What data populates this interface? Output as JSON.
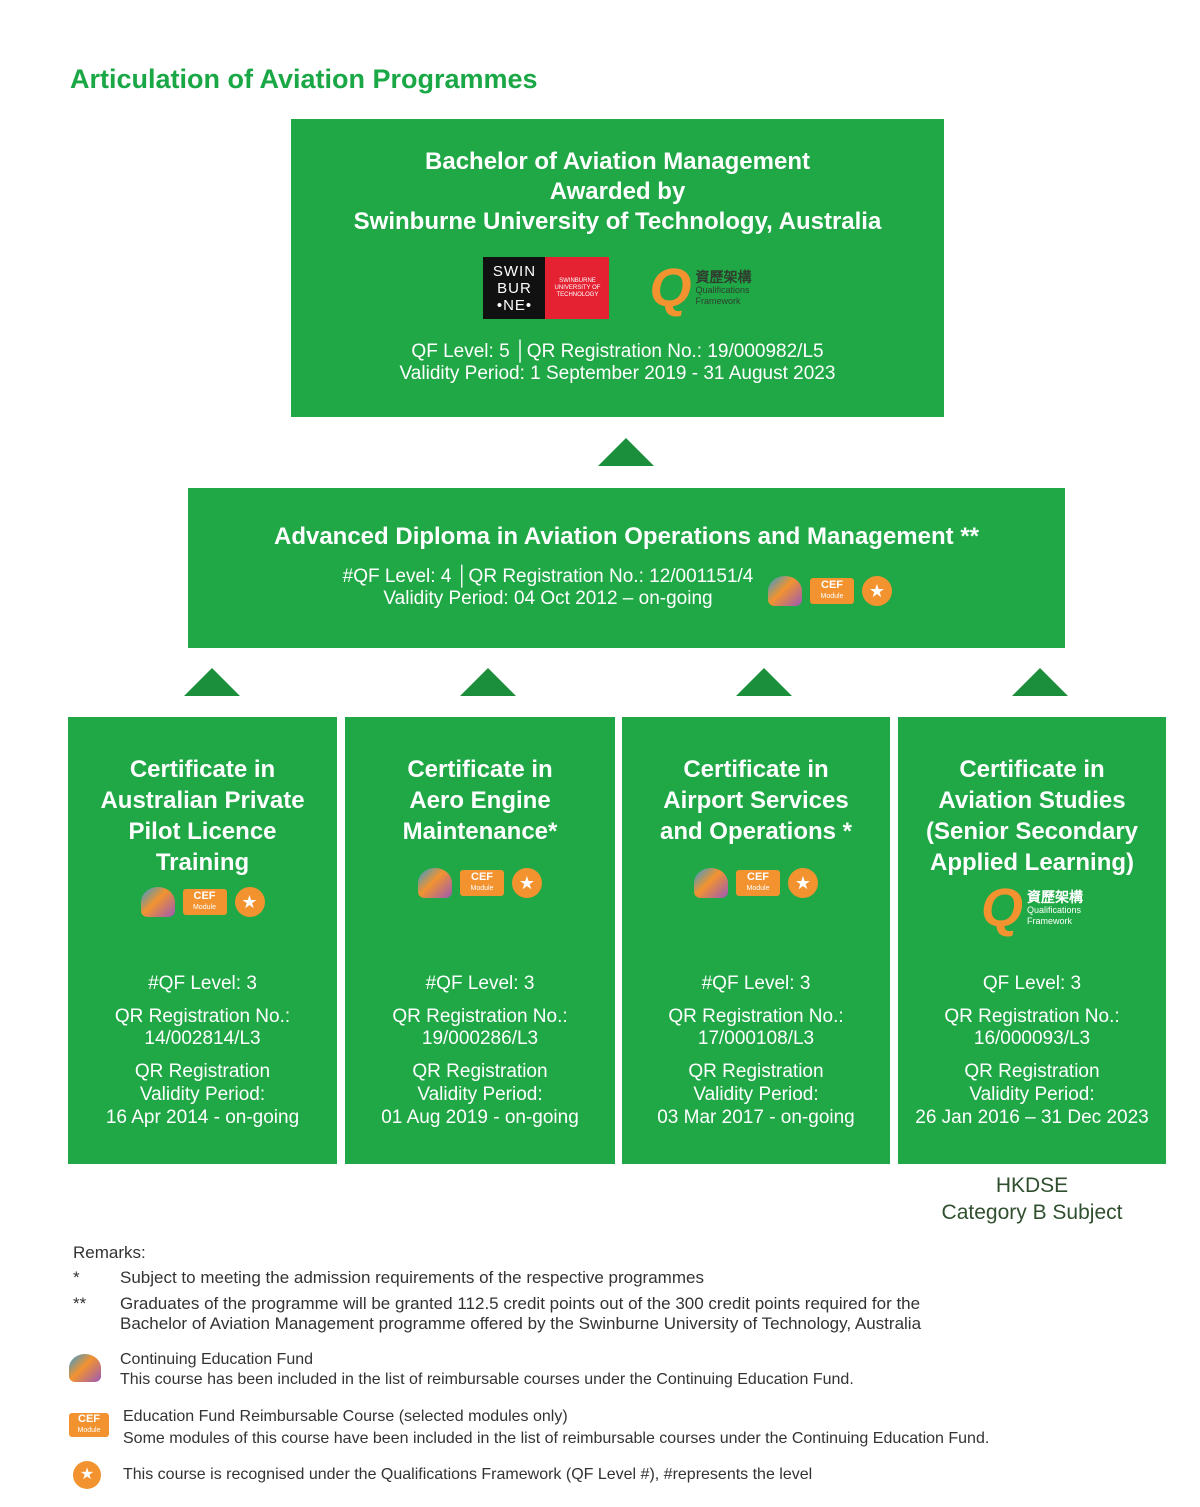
{
  "page_title": "Articulation of Aviation Programmes",
  "bachelor": {
    "line1": "Bachelor of Aviation Management",
    "line2": "Awarded by",
    "line3": "Swinburne University of Technology, Australia",
    "swinburne_logo_text": "SWIN BUR •NE•",
    "qf_line": "QF Level: 5 │QR Registration No.: 19/000982/L5",
    "validity": "Validity Period: 1 September 2019 - 31 August 2023"
  },
  "diploma": {
    "title": "Advanced Diploma in Aviation Operations and Management **",
    "qf_line": "#QF Level: 4 │QR Registration No.: 12/001151/4",
    "validity": "Validity Period: 04 Oct 2012 – on-going"
  },
  "certificates": [
    {
      "title_lines": [
        "Certificate in",
        "Australian Private",
        "Pilot Licence",
        "Training"
      ],
      "qf_level": "#QF Level: 3",
      "reg_label": "QR Registration No.:",
      "reg_no": "14/002814/L3",
      "validity_label1": "QR Registration",
      "validity_label2": "Validity Period:",
      "validity": "16 Apr 2014 - on-going"
    },
    {
      "title_lines": [
        "Certificate in",
        "Aero Engine",
        "Maintenance*"
      ],
      "qf_level": "#QF Level: 3",
      "reg_label": "QR Registration No.:",
      "reg_no": "19/000286/L3",
      "validity_label1": "QR Registration",
      "validity_label2": "Validity Period:",
      "validity": "01 Aug 2019 - on-going"
    },
    {
      "title_lines": [
        "Certificate in",
        "Airport Services",
        "and Operations *"
      ],
      "qf_level": "#QF Level: 3",
      "reg_label": "QR Registration No.:",
      "reg_no": "17/000108/L3",
      "validity_label1": "QR Registration",
      "validity_label2": "Validity Period:",
      "validity": "03 Mar 2017 - on-going"
    },
    {
      "title_lines": [
        "Certificate in",
        "Aviation Studies",
        "(Senior Secondary",
        "Applied Learning)"
      ],
      "qf_level": "QF Level: 3",
      "reg_label": "QR Registration No.:",
      "reg_no": "16/000093/L3",
      "validity_label1": "QR Registration",
      "validity_label2": "Validity Period:",
      "validity": "26 Jan 2016 – 31 Dec 2023"
    }
  ],
  "hkdse": {
    "line1": "HKDSE",
    "line2": "Category B Subject"
  },
  "qf_logo": {
    "letter": "Q",
    "chinese": "資歷架構",
    "english1": "Qualifications",
    "english2": "Framework"
  },
  "cef_module_badge": {
    "main": "CEF",
    "sub": "Module"
  },
  "remarks": {
    "heading": "Remarks:",
    "r1_sym": "*",
    "r1_text": "Subject to meeting the admission requirements of the respective programmes",
    "r2_sym": "**",
    "r2_text_a": "Graduates of the programme will be granted 112.5 credit points out of the 300 credit points required for the",
    "r2_text_b": "Bachelor of Aviation Management programme offered by the Swinburne University of Technology, Australia",
    "cef_title": "Continuing Education Fund",
    "cef_text": "This course has been included in the list of reimbursable courses under the Continuing Education Fund.",
    "module_title": "Education Fund Reimbursable Course (selected modules only)",
    "module_text": "Some modules of this course have been included in the list of reimbursable courses under the Continuing Education Fund.",
    "qf_text": "This course is recognised under the Qualifications Framework (QF Level #), #represents the level"
  },
  "colors": {
    "box_green": "#1fa845",
    "title_green": "#1aa745",
    "arrow_green": "#1b8f3c",
    "qf_orange": "#f29330",
    "swinburne_red": "#e42232"
  }
}
